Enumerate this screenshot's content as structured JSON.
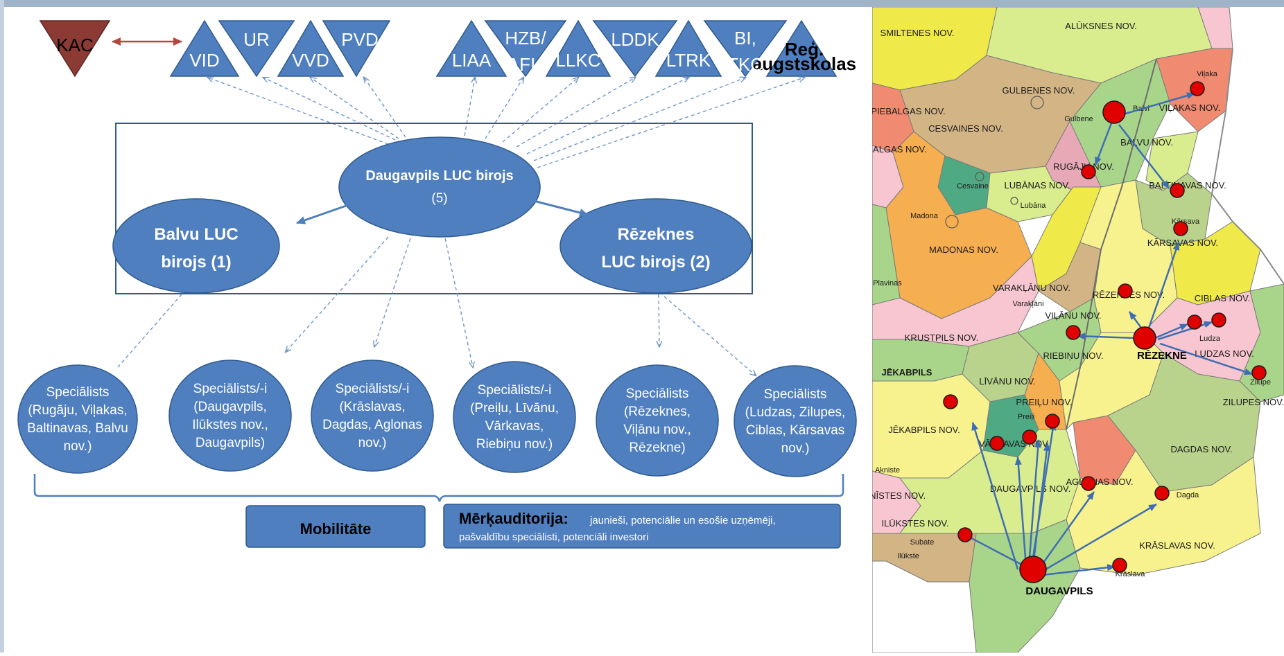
{
  "diagram": {
    "kac": "KAC",
    "institutions_top": [
      "UR",
      "PVD",
      "HZB/\nAFI",
      "LDDK",
      "BI,\nTKC"
    ],
    "institutions_bottom": [
      "VID",
      "VVD",
      "LIAA",
      "LLKC",
      "LTRK",
      "Reģ.\naugstskolas"
    ],
    "central_office": {
      "name": "Daugavpils LUC birojs",
      "count": "(5)"
    },
    "left_office": {
      "line1": "Balvu LUC",
      "line2": "birojs (1)"
    },
    "right_office": {
      "line1": "Rēzeknes",
      "line2": "LUC birojs (2)"
    },
    "specialists": [
      {
        "lines": [
          "Speciālists",
          "(Rugāju, Viļakas,",
          "Baltinavas, Balvu",
          "nov.)"
        ]
      },
      {
        "lines": [
          "Speciālists/-i",
          "(Daugavpils,",
          "Ilūkstes nov.,",
          "Daugavpils)"
        ]
      },
      {
        "lines": [
          "Speciālists/-i",
          "(Krāslavas,",
          "Dagdas, Aglonas",
          "nov.)"
        ]
      },
      {
        "lines": [
          "Speciālists/-i",
          "(Preiļu, Līvānu,",
          "Vārkavas,",
          "Riebiņu nov.)"
        ]
      },
      {
        "lines": [
          "Speciālists",
          "(Rēzeknes,",
          "Viļānu nov.,",
          "Rēzekne)"
        ]
      },
      {
        "lines": [
          "Speciālists",
          "(Ludzas, Zilupes,",
          "Ciblas, Kārsavas",
          "nov.)"
        ]
      }
    ],
    "mobility": "Mobilitāte",
    "audience_label": "Mērķauditorija:",
    "audience_line1": "jaunieši, potenciālie un esošie uzņēmēji,",
    "audience_line2": "pašvaldību speciālisti, potenciāli investori"
  },
  "map": {
    "regions": [
      "SMILTENES NOV.",
      "ALŪKSNES NOV.",
      "GULBENES NOV.",
      "JAUNPIEBALGAS NOV.",
      "PIEBALGAS NOV.",
      "CESVAINES NOV.",
      "LUBĀNAS NOV.",
      "MADONAS NOV.",
      "BALVU NOV.",
      "VIĻAKAS NOV.",
      "RUGĀJU NOV.",
      "BALTINAVAS NOV.",
      "KĀRSAVAS NOV.",
      "VARAKĻĀNU NOV.",
      "VIĻĀNU NOV.",
      "RĒZEKNES NOV.",
      "CIBLAS NOV.",
      "KRUSTPILS NOV.",
      "JĒKABPILS",
      "LĪVĀNU NOV.",
      "JĒKABPILS NOV.",
      "VĀRKAVAS NOV.",
      "PREIĻU NOV.",
      "RIEBIŅU NOV.",
      "LUDZAS NOV.",
      "ZILUPES NOV.",
      "AGLONAS NOV.",
      "DAGDAS NOV.",
      "DAUGAVPILS NOV.",
      "AKNĪSTES NOV.",
      "ILŪKSTES NOV.",
      "KRĀSLAVAS NOV."
    ],
    "towns": [
      "Gulbene",
      "Balvi",
      "Viļaka",
      "Cesvaine",
      "Lubāna",
      "Madona",
      "Kārsava",
      "Varakļāni",
      "Ludza",
      "Zilupe",
      "Preiļi",
      "Dagda",
      "Subate",
      "Ilūkste",
      "Krāslava",
      "Akniste",
      "Plavinas"
    ],
    "hubs": [
      "RĒZEKNE",
      "DAUGAVPILS"
    ]
  },
  "colors": {
    "accent": "#4f7fbf",
    "accent_dark": "#2f5a8f",
    "kac": "#8b3a34",
    "marker": "#e00000"
  }
}
